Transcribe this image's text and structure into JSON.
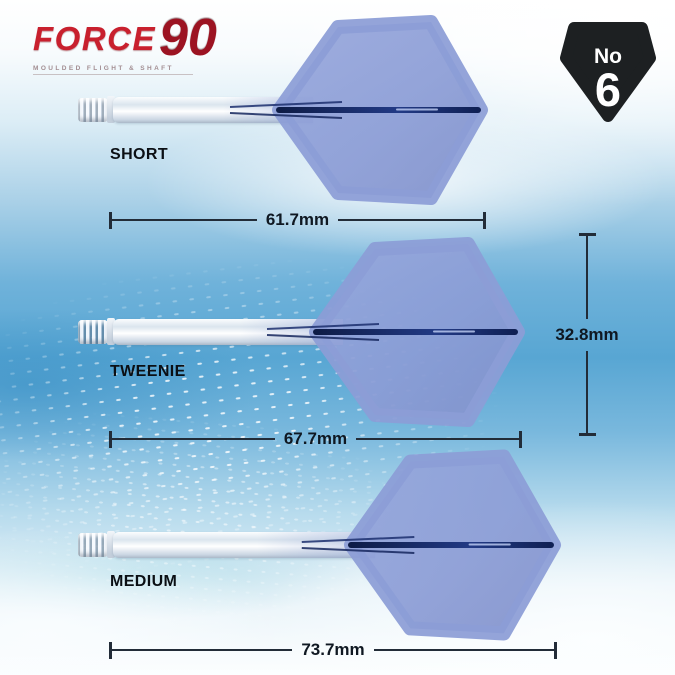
{
  "logo": {
    "brand": "FORCE",
    "number": "90",
    "tagline": "MOULDED FLIGHT & SHAFT"
  },
  "badge": {
    "no": "No",
    "number": "6"
  },
  "products": [
    {
      "name": "SHORT",
      "length": "61.7mm"
    },
    {
      "name": "TWEENIE",
      "length": "67.7mm"
    },
    {
      "name": "MEDIUM",
      "length": "73.7mm"
    }
  ],
  "flight_height": {
    "value": "32.8mm"
  },
  "colors": {
    "flight_blue": "#8c9dd6",
    "spine_navy": "#16275e",
    "badge_dark": "#1d2022",
    "dimension_dark": "#222c38",
    "accent_red": "#c4182a",
    "background_blue": "#58a6d3"
  }
}
